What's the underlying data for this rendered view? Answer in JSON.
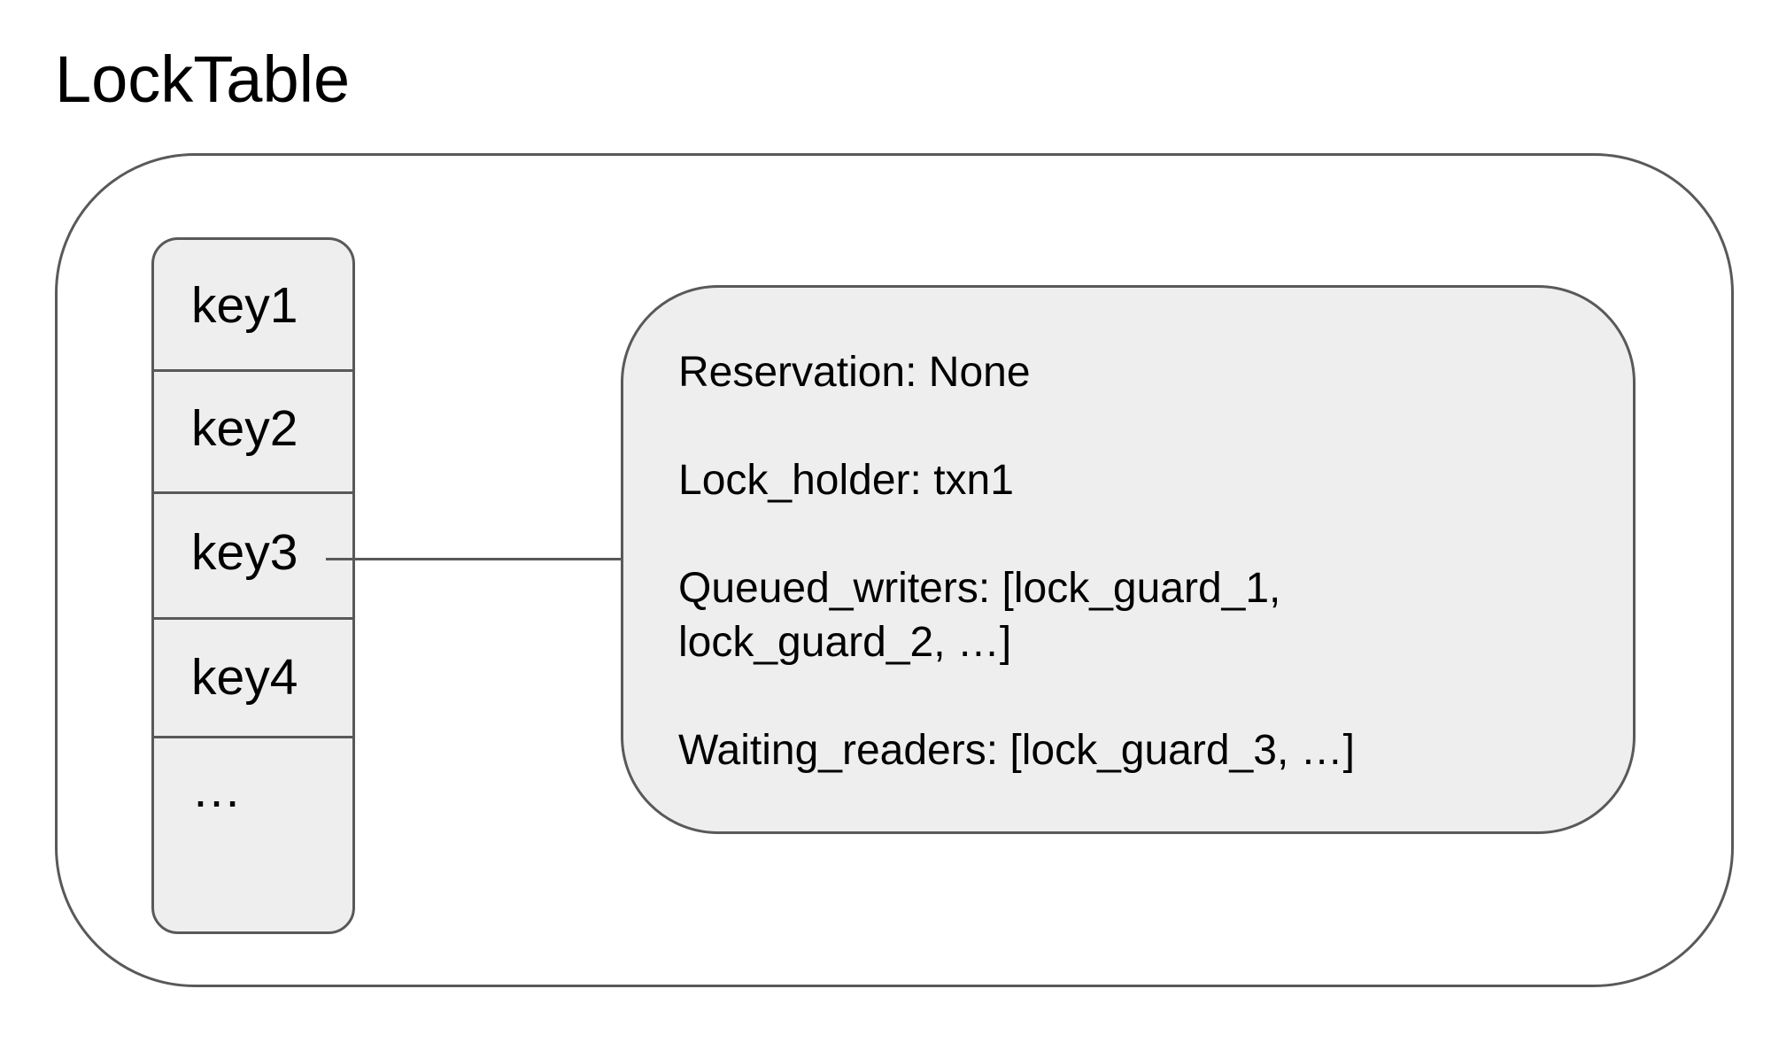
{
  "title": "LockTable",
  "keys": [
    "key1",
    "key2",
    "key3",
    "key4",
    "…"
  ],
  "entry": {
    "reservation": "Reservation: None",
    "lock_holder": "Lock_holder: txn1",
    "queued_writers_line1": "Queued_writers: [lock_guard_1,",
    "queued_writers_line2": "lock_guard_2, …]",
    "waiting_readers": "Waiting_readers: [lock_guard_3, …]"
  },
  "colors": {
    "stroke": "#595959",
    "fill": "#eeeeee",
    "background": "#ffffff",
    "text": "#000000"
  }
}
